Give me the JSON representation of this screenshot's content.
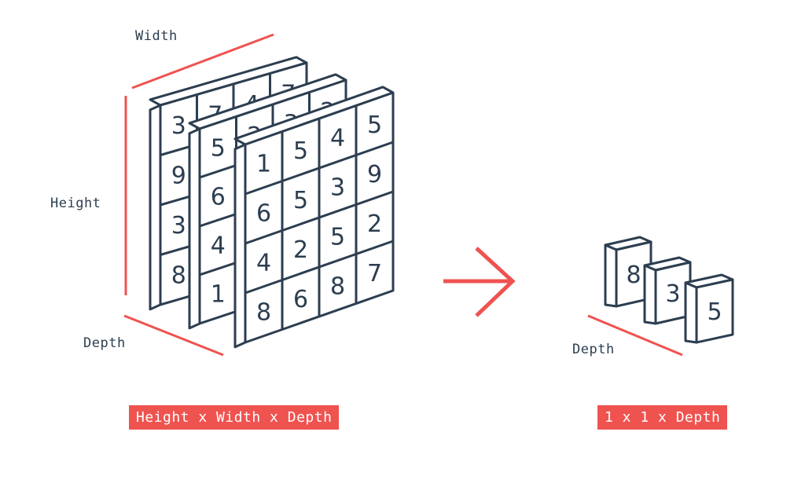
{
  "labels": {
    "width": "Width",
    "height": "Height",
    "depth_left": "Depth",
    "depth_right": "Depth",
    "input_shape": "Height x Width x Depth",
    "output_shape": "1 x 1 x Depth"
  },
  "input_layers": [
    {
      "name": "back",
      "rows": [
        [
          "3",
          "7",
          "4",
          "7"
        ],
        [
          "9",
          "",
          "",
          ""
        ],
        [
          "3",
          "",
          "",
          ""
        ],
        [
          "8",
          "",
          "",
          ""
        ]
      ]
    },
    {
      "name": "middle",
      "rows": [
        [
          "5",
          "2",
          "3",
          "2"
        ],
        [
          "6",
          "",
          "",
          ""
        ],
        [
          "4",
          "",
          "",
          ""
        ],
        [
          "1",
          "",
          "",
          ""
        ]
      ]
    },
    {
      "name": "front",
      "rows": [
        [
          "1",
          "5",
          "4",
          "5"
        ],
        [
          "6",
          "5",
          "3",
          "9"
        ],
        [
          "4",
          "2",
          "5",
          "2"
        ],
        [
          "8",
          "6",
          "8",
          "7"
        ]
      ]
    }
  ],
  "output_cubes": [
    "8",
    "3",
    "5"
  ],
  "colors": {
    "stroke": "#2c3e50",
    "accent": "#ef5350",
    "background": "#ffffff"
  }
}
